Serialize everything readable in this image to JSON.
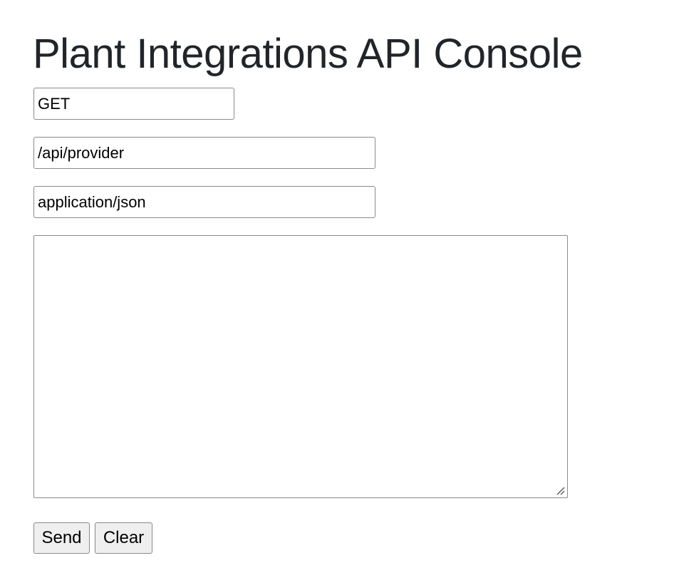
{
  "page": {
    "title": "Plant Integrations API Console"
  },
  "form": {
    "method_value": "GET",
    "path_value": "/api/provider",
    "content_type_value": "application/json",
    "body_value": ""
  },
  "actions": {
    "send_label": "Send",
    "clear_label": "Clear"
  },
  "icons": {
    "resize_handle": "resize-grip-icon"
  }
}
